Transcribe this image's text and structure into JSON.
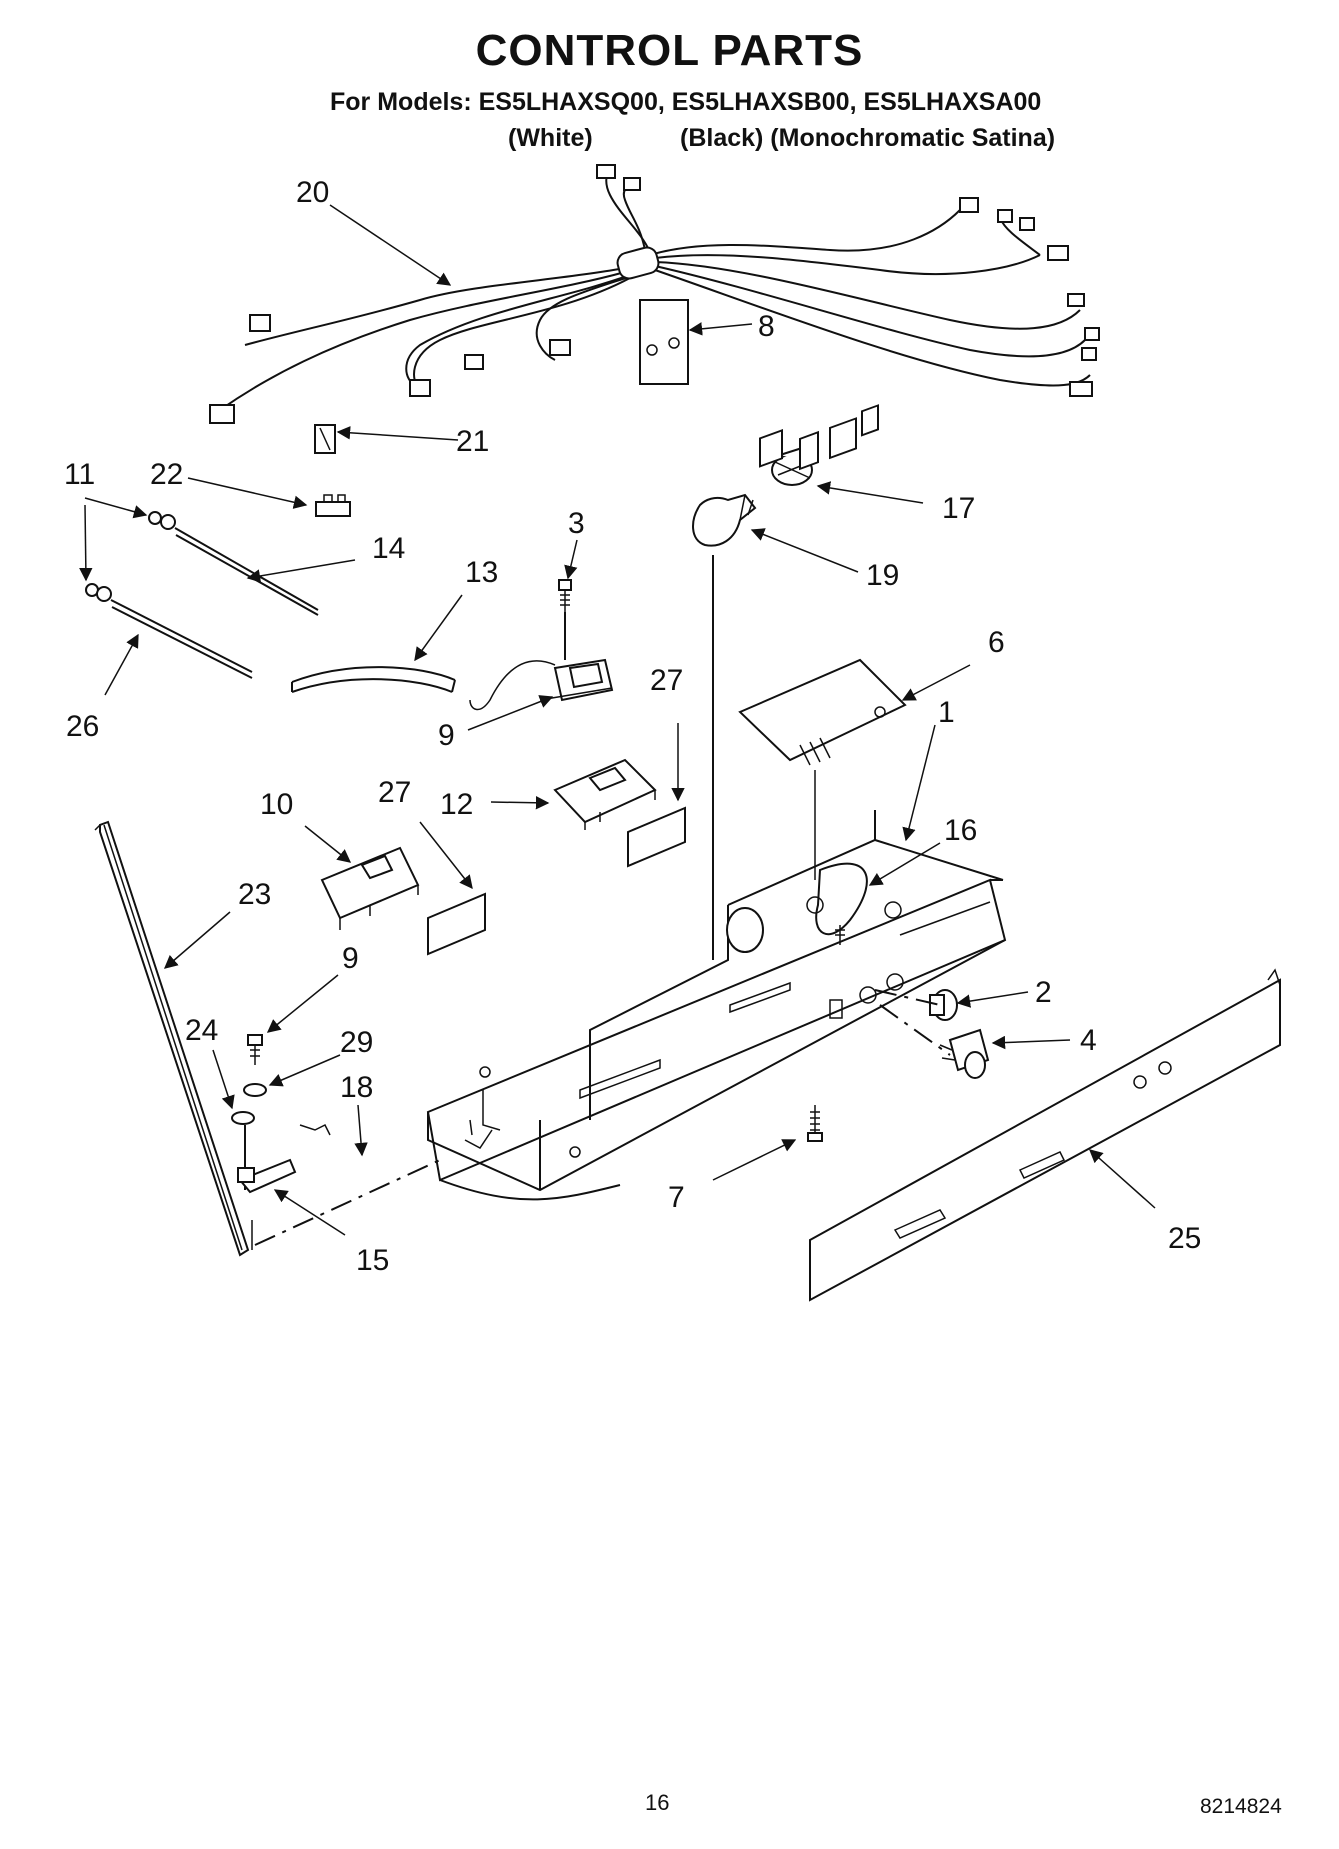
{
  "header": {
    "title": "CONTROL PARTS",
    "models_line": "For Models: ES5LHAXSQ00, ES5LHAXSB00, ES5LHAXSA00",
    "variant_white": "(White)",
    "variant_black_satina": "(Black) (Monochromatic Satina)"
  },
  "callouts": [
    "20",
    "8",
    "21",
    "11",
    "22",
    "3",
    "17",
    "14",
    "19",
    "13",
    "6",
    "26",
    "9",
    "27",
    "1",
    "10",
    "27",
    "12",
    "16",
    "23",
    "2",
    "9",
    "4",
    "24",
    "29",
    "18",
    "7",
    "25",
    "15"
  ],
  "footer": {
    "page_number": "16",
    "document_number": "8214824"
  }
}
